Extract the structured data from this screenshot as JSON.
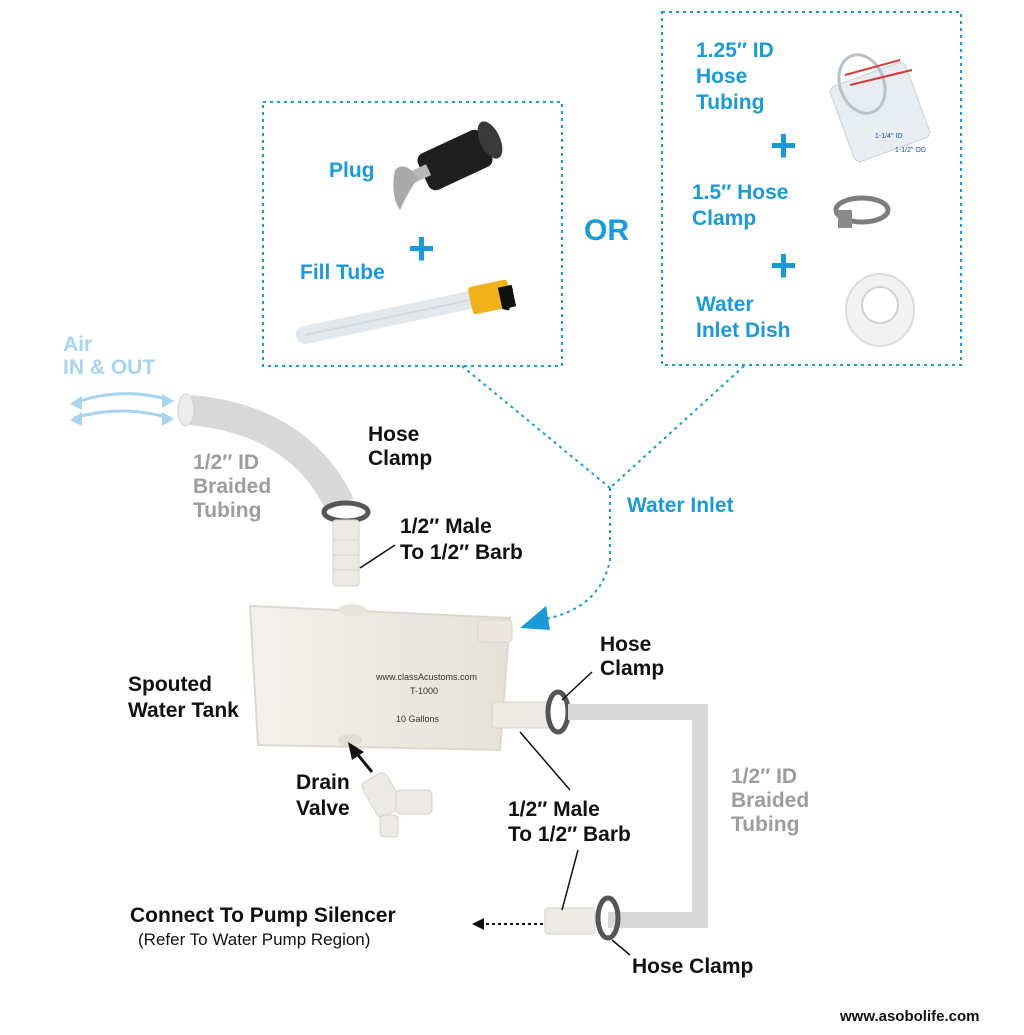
{
  "colors": {
    "accent": "#1a9ad6",
    "text": "#111111",
    "muted": "#9d9d9d",
    "air": "#a8d4ef"
  },
  "option_a": {
    "plug": "Plug",
    "plus": "+",
    "fill_tube": "Fill Tube"
  },
  "or_label": "OR",
  "option_b": {
    "hose_tubing": [
      "1.25″ ID",
      "Hose",
      "Tubing"
    ],
    "hose_tubing_marks": [
      "1-1/4\" ID",
      "1-1/2\" OD"
    ],
    "hose_clamp": [
      "1.5″ Hose",
      "Clamp"
    ],
    "inlet_dish": [
      "Water",
      "Inlet Dish"
    ],
    "plus": "+"
  },
  "air": [
    "Air",
    "IN & OUT"
  ],
  "top_tubing": [
    "1/2″ ID",
    "Braided",
    "Tubing"
  ],
  "top_clamp": [
    "Hose",
    "Clamp"
  ],
  "top_barb": [
    "1/2″ Male",
    "To 1/2″ Barb"
  ],
  "water_inlet": "Water Inlet",
  "tank": {
    "label": [
      "Spouted",
      "Water Tank"
    ],
    "print_url": "www.classAcustoms.com",
    "print_model": "T-1000",
    "print_capacity": "10 Gallons"
  },
  "drain_valve": [
    "Drain",
    "Valve"
  ],
  "right_clamp": [
    "Hose",
    "Clamp"
  ],
  "right_tubing": [
    "1/2″ ID",
    "Braided",
    "Tubing"
  ],
  "lower_barb": [
    "1/2″ Male",
    "To 1/2″ Barb"
  ],
  "pump": {
    "title": "Connect To Pump Silencer",
    "subtitle": "(Refer To Water Pump Region)"
  },
  "bottom_clamp": "Hose Clamp",
  "footer_url": "www.asobolife.com"
}
